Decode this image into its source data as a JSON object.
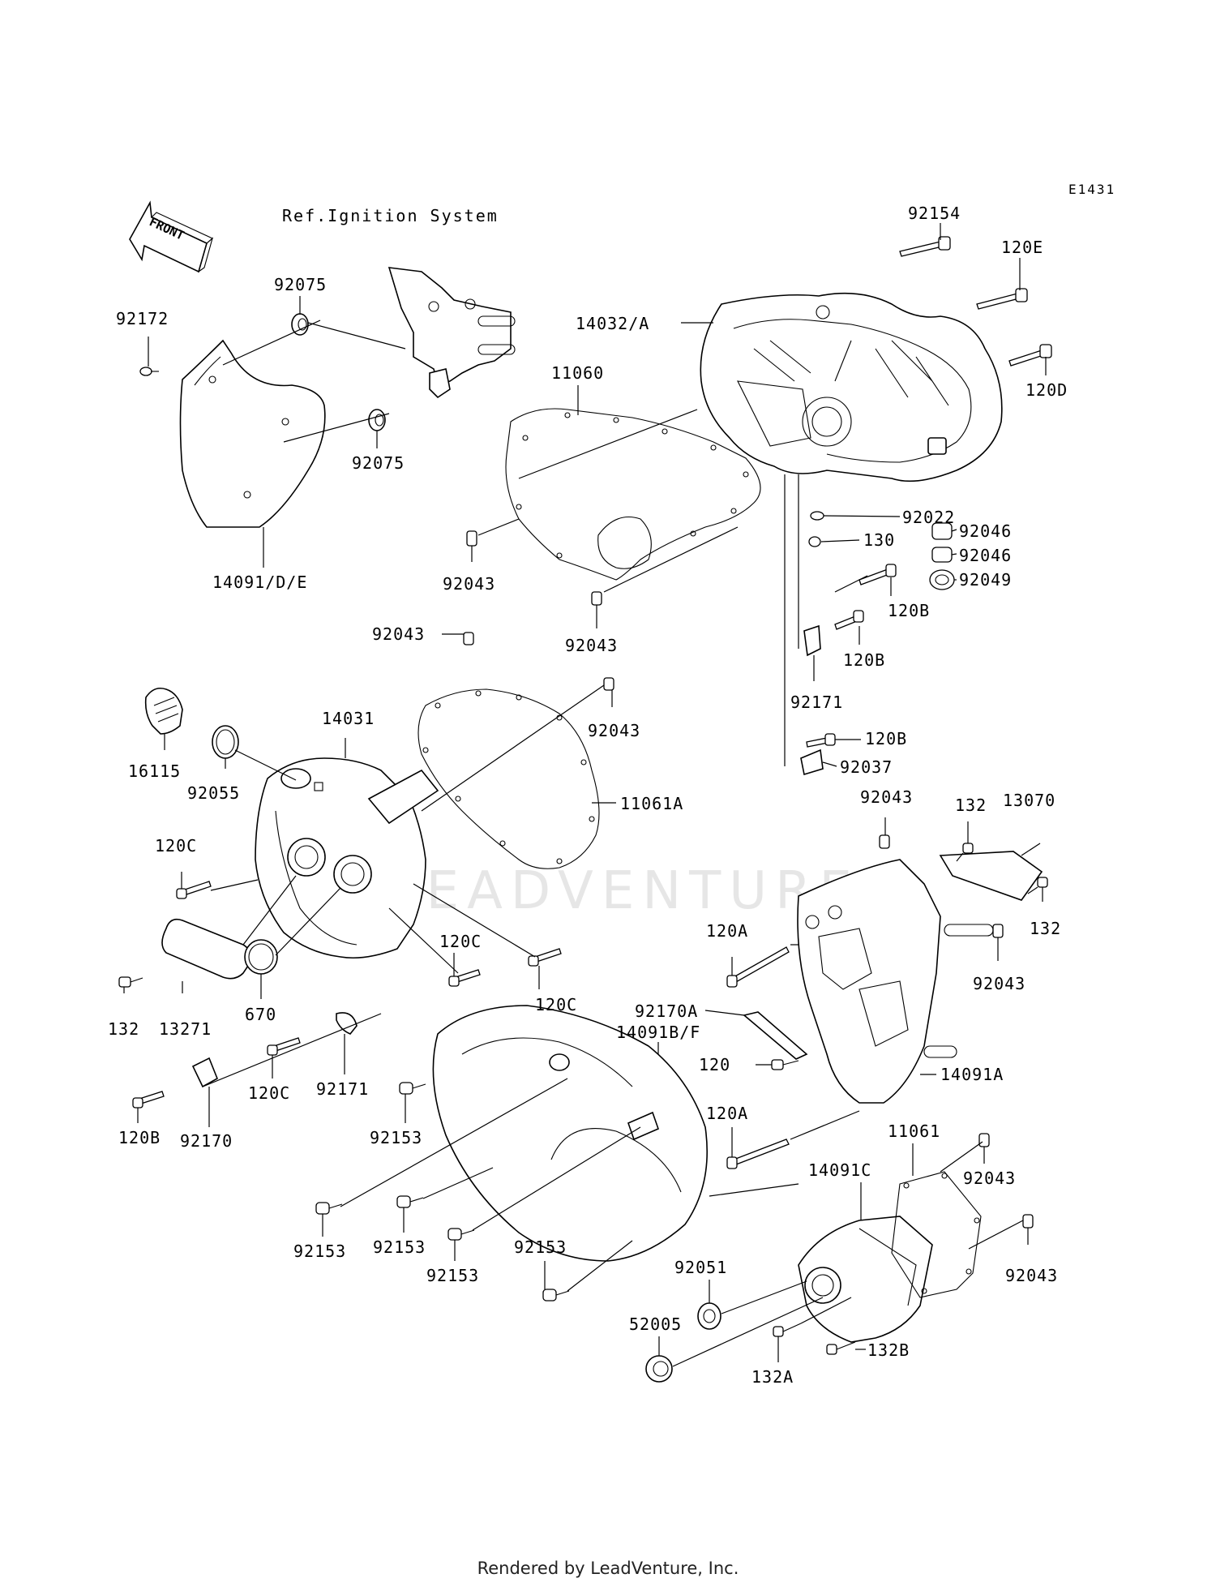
{
  "diagram": {
    "code": "E1431",
    "reference_note": "Ref.Ignition System",
    "direction_label": "FRONT",
    "watermark": "LEADVENTURE",
    "labels": [
      {
        "id": "92154",
        "text": "92154"
      },
      {
        "id": "120E",
        "text": "120E"
      },
      {
        "id": "120D",
        "text": "120D"
      },
      {
        "id": "14032A",
        "text": "14032/A"
      },
      {
        "id": "11060",
        "text": "11060"
      },
      {
        "id": "92075a",
        "text": "92075"
      },
      {
        "id": "92075b",
        "text": "92075"
      },
      {
        "id": "92172",
        "text": "92172"
      },
      {
        "id": "14091DE",
        "text": "14091/D/E"
      },
      {
        "id": "92022",
        "text": "92022"
      },
      {
        "id": "92046a",
        "text": "92046"
      },
      {
        "id": "92046b",
        "text": "92046"
      },
      {
        "id": "130",
        "text": "130"
      },
      {
        "id": "92049",
        "text": "92049"
      },
      {
        "id": "120Ba",
        "text": "120B"
      },
      {
        "id": "120Bb",
        "text": "120B"
      },
      {
        "id": "92043a",
        "text": "92043"
      },
      {
        "id": "92043b",
        "text": "92043"
      },
      {
        "id": "92043c",
        "text": "92043"
      },
      {
        "id": "92043d",
        "text": "92043"
      },
      {
        "id": "92171a",
        "text": "92171"
      },
      {
        "id": "120Bc",
        "text": "120B"
      },
      {
        "id": "92037",
        "text": "92037"
      },
      {
        "id": "14031",
        "text": "14031"
      },
      {
        "id": "16115",
        "text": "16115"
      },
      {
        "id": "92055",
        "text": "92055"
      },
      {
        "id": "11061A",
        "text": "11061A"
      },
      {
        "id": "92043e",
        "text": "92043"
      },
      {
        "id": "132a",
        "text": "132"
      },
      {
        "id": "13070",
        "text": "13070"
      },
      {
        "id": "132b",
        "text": "132"
      },
      {
        "id": "120Ca",
        "text": "120C"
      },
      {
        "id": "120Cb",
        "text": "120C"
      },
      {
        "id": "120Cc",
        "text": "120C"
      },
      {
        "id": "120Aa",
        "text": "120A"
      },
      {
        "id": "92043f",
        "text": "92043"
      },
      {
        "id": "132c",
        "text": "132"
      },
      {
        "id": "13271",
        "text": "13271"
      },
      {
        "id": "670",
        "text": "670"
      },
      {
        "id": "92170A",
        "text": "92170A"
      },
      {
        "id": "14091BF",
        "text": "14091B/F"
      },
      {
        "id": "120",
        "text": "120"
      },
      {
        "id": "14091A",
        "text": "14091A"
      },
      {
        "id": "120Cd",
        "text": "120C"
      },
      {
        "id": "92171b",
        "text": "92171"
      },
      {
        "id": "92153a",
        "text": "92153"
      },
      {
        "id": "120Bd",
        "text": "120B"
      },
      {
        "id": "92170",
        "text": "92170"
      },
      {
        "id": "120Ab",
        "text": "120A"
      },
      {
        "id": "11061",
        "text": "11061"
      },
      {
        "id": "14091C",
        "text": "14091C"
      },
      {
        "id": "92043g",
        "text": "92043"
      },
      {
        "id": "92153b",
        "text": "92153"
      },
      {
        "id": "92153c",
        "text": "92153"
      },
      {
        "id": "92153d",
        "text": "92153"
      },
      {
        "id": "92153e",
        "text": "92153"
      },
      {
        "id": "92051",
        "text": "92051"
      },
      {
        "id": "92043h",
        "text": "92043"
      },
      {
        "id": "52005",
        "text": "52005"
      },
      {
        "id": "132A",
        "text": "132A"
      },
      {
        "id": "132B",
        "text": "132B"
      }
    ]
  },
  "footer": {
    "text": "Rendered by LeadVenture, Inc."
  }
}
